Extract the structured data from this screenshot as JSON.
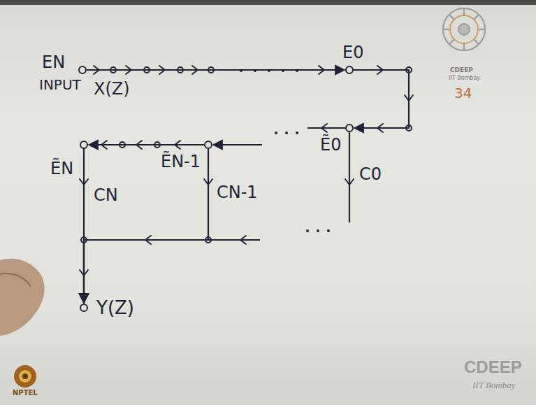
{
  "diagram": {
    "nodes": [
      {
        "text": [
          "EN",
          "INPUT",
          "X(Z)"
        ]
      },
      {
        "text": [
          "E0"
        ]
      },
      {
        "text": [
          "ẼN"
        ]
      },
      {
        "text": [
          "ẼN-1"
        ]
      },
      {
        "text": [
          "Ẽ0"
        ]
      },
      {
        "text": [
          "Y(Z)"
        ]
      }
    ],
    "edges": [
      {
        "from": 0,
        "to": 1,
        "arrow": "to"
      },
      {
        "from": 1,
        "to": 4,
        "arrow": "to"
      },
      {
        "from": 4,
        "to": 3,
        "arrow": "to"
      },
      {
        "from": 3,
        "to": 2,
        "arrow": "to"
      },
      {
        "from": 2,
        "to": 5,
        "label": "CN",
        "arrow": "to"
      },
      {
        "from": 3,
        "to": 5,
        "label": "CN-1",
        "arrow": "to"
      },
      {
        "from": 4,
        "to": 5,
        "label": "C0",
        "arrow": "to"
      }
    ],
    "labels": [
      "CDEEP",
      "IIT Bombay",
      "34",
      "CDEEP",
      "IIT Bombay",
      "NPTEL"
    ]
  }
}
